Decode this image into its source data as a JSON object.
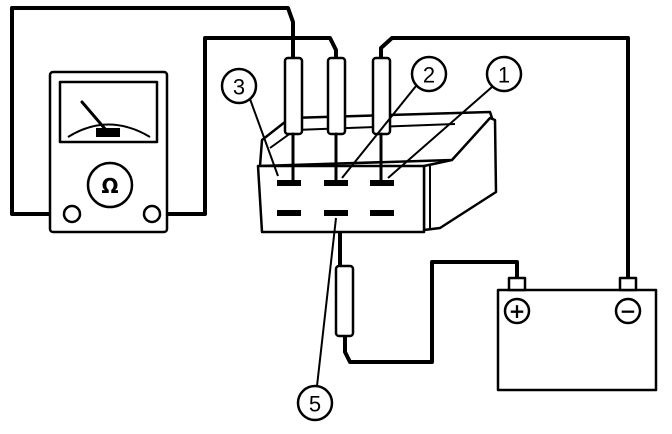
{
  "ohmmeter": {
    "symbol": "Ω"
  },
  "battery": {
    "positive_symbol": "+",
    "negative_symbol": "−"
  },
  "callouts": [
    {
      "id": "terminal-1",
      "label": "1"
    },
    {
      "id": "terminal-2",
      "label": "2"
    },
    {
      "id": "terminal-3",
      "label": "3"
    },
    {
      "id": "terminal-5",
      "label": "5"
    }
  ]
}
